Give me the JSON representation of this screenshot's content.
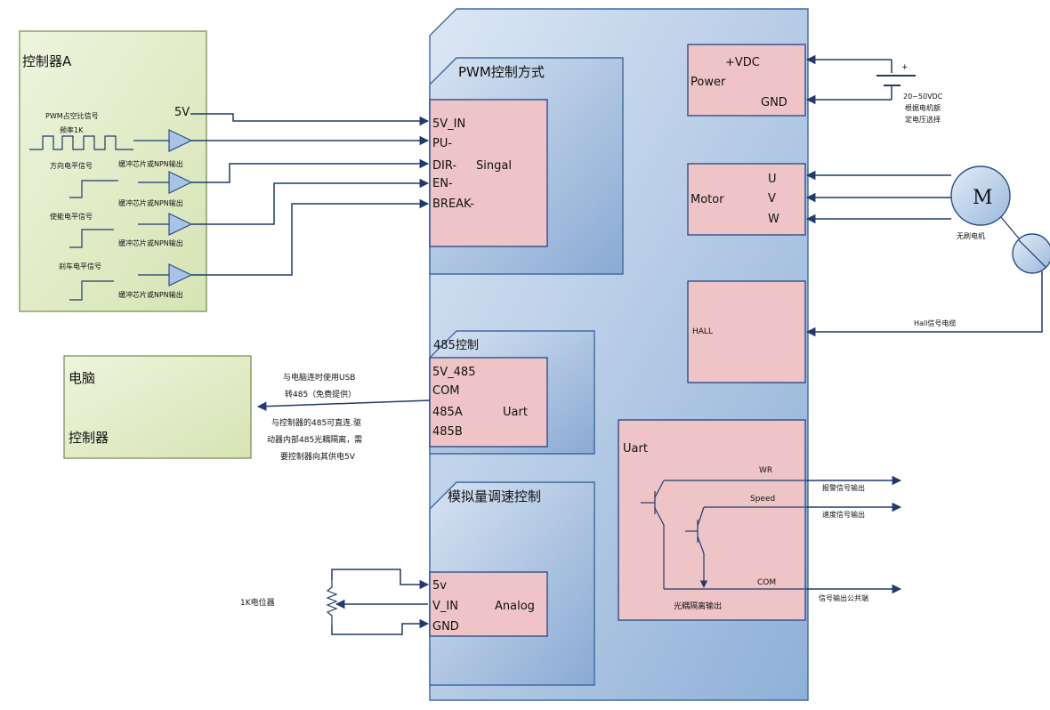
{
  "controller_a": {
    "title": "控制器A",
    "pwm_signal": "PWM占空比信号",
    "pwm_freq": "频率1K",
    "five_v": "5V",
    "dir_signal": "方向电平信号",
    "en_signal": "使能电平信号",
    "brake_signal": "刹车电平信号",
    "buffer_label": "缓冲芯片或NPN输出"
  },
  "driver": {
    "pwm_section": {
      "title": "PWM控制方式",
      "pins": [
        "5V_IN",
        "PU-",
        "DIR-",
        "EN-",
        "BREAK-"
      ],
      "signal_label": "Singal"
    },
    "rs485_section": {
      "title": "485控制",
      "pins": [
        "5V_485",
        "COM",
        "485A",
        "485B"
      ],
      "uart_label": "Uart"
    },
    "analog_section": {
      "title": "模拟量调速控制",
      "pins": [
        "5v",
        "V_IN",
        "GND"
      ],
      "analog_label": "Analog"
    },
    "power_box": {
      "vdc": "+VDC",
      "power": "Power",
      "gnd": "GND"
    },
    "motor_box": {
      "label": "Motor",
      "phases": [
        "U",
        "V",
        "W"
      ]
    },
    "hall_box": {
      "label": "HALL"
    },
    "uart_out_box": {
      "title": "Uart",
      "wr": "WR",
      "speed": "Speed",
      "com": "COM",
      "footer": "光耦隔离输出"
    }
  },
  "battery": {
    "plus": "+",
    "note_line1": "20~50VDC",
    "note_line2": "根据电机额",
    "note_line3": "定电压选择"
  },
  "motor": {
    "symbol": "M",
    "label": "无刷电机",
    "hall_cable": "Hall信号电缆"
  },
  "pc_box": {
    "line1": "电脑",
    "line2": "控制器"
  },
  "pc_notes": {
    "usb_line1": "与电脑连时使用USB",
    "usb_line2": "转485（免费提供）",
    "ctrl_line1": "与控制器的485可直连.驱",
    "ctrl_line2": "动器内部485光耦隔离，需",
    "ctrl_line3": "要控制器向其供电5V"
  },
  "potentiometer": {
    "label": "1K电位器"
  },
  "outputs": {
    "alarm": "报警信号输出",
    "speed": "速度信号输出",
    "common": "信号输出公共端"
  },
  "colors": {
    "panel_blue": "#a9c4e3",
    "pink_box": "#efc4c6",
    "green_box": "#e6efcf",
    "wire": "#1f3a6e"
  }
}
